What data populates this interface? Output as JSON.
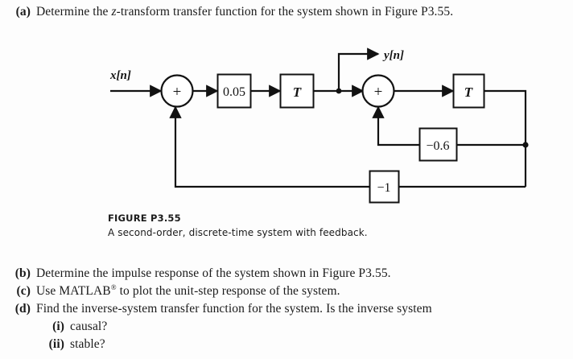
{
  "problem": {
    "items": [
      {
        "id": "a",
        "tag": "(a)",
        "text_before": "Determine the ",
        "italic": "z",
        "text_after": "-transform transfer function for the system shown in Figure P3.55."
      },
      {
        "id": "b",
        "tag": "(b)",
        "text": "Determine the impulse response of the system shown in Figure P3.55."
      },
      {
        "id": "c",
        "tag": "(c)",
        "text_before": "Use MATLAB",
        "superscript": "®",
        "text_after": " to plot the unit-step response of the system."
      },
      {
        "id": "d",
        "tag": "(d)",
        "text": "Find the inverse-system transfer function for the system. Is the inverse system"
      },
      {
        "id": "d-i",
        "tag": "(i)",
        "text": "causal?"
      },
      {
        "id": "d-ii",
        "tag": "(ii)",
        "text": "stable?"
      }
    ]
  },
  "figure": {
    "number": "FIGURE P3.55",
    "caption": "A second-order, discrete-time system with feedback."
  },
  "diagram": {
    "input_label": "x[n]",
    "output_label": "y[n]",
    "summer1_symbol": "+",
    "summer2_symbol": "+",
    "gain_forward": "0.05",
    "delay1": "T",
    "delay2": "T",
    "gain_feedback_inner": "−0.6",
    "gain_feedback_outer": "−1",
    "line_color": "#121212"
  }
}
